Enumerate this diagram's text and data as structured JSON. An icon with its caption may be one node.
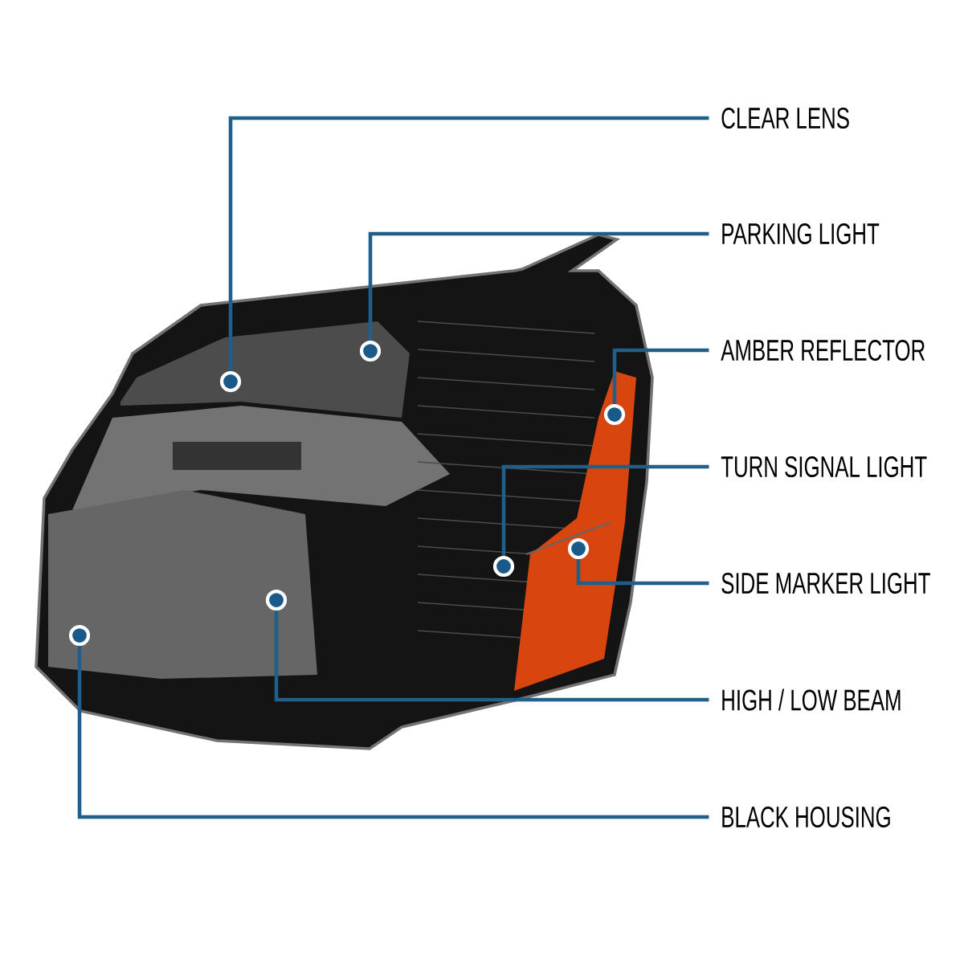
{
  "diagram": {
    "nodes": [
      {
        "text": [
          "CLEAR LENS"
        ]
      },
      {
        "text": [
          "PARKING LIGHT"
        ]
      },
      {
        "text": [
          "AMBER REFLECTOR"
        ]
      },
      {
        "text": [
          "TURN SIGNAL LIGHT"
        ]
      },
      {
        "text": [
          "SIDE MARKER LIGHT"
        ]
      },
      {
        "text": [
          "HIGH / LOW BEAM"
        ]
      },
      {
        "text": [
          "BLACK HOUSING"
        ]
      },
      {
        "text": [],
        "shape": "circle"
      },
      {
        "text": [],
        "shape": "circle"
      },
      {
        "text": [],
        "shape": "circle"
      },
      {
        "text": [],
        "shape": "circle"
      },
      {
        "text": [],
        "shape": "circle"
      },
      {
        "text": [],
        "shape": "circle"
      },
      {
        "text": [],
        "shape": "circle"
      }
    ],
    "edges": [
      {
        "from": 0,
        "to": 8,
        "arrow": "none"
      },
      {
        "from": 1,
        "to": 10,
        "arrow": "none"
      },
      {
        "from": 2,
        "to": 13,
        "arrow": "none"
      },
      {
        "from": 3,
        "to": 11,
        "arrow": "none"
      },
      {
        "from": 4,
        "to": 12,
        "arrow": "none"
      },
      {
        "from": 5,
        "to": 9,
        "arrow": "none"
      },
      {
        "from": 6,
        "to": 7,
        "arrow": "none"
      }
    ]
  }
}
